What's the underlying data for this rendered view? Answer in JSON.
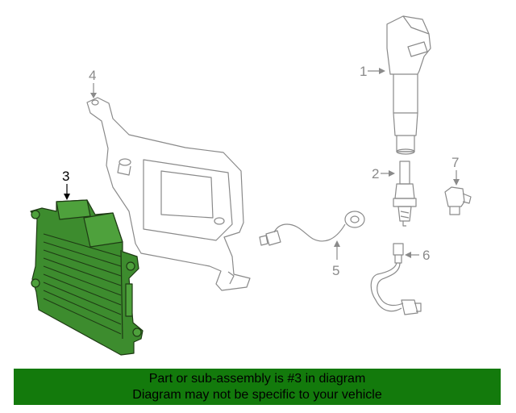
{
  "callouts": {
    "c1": "1",
    "c2": "2",
    "c3": "3",
    "c4": "4",
    "c5": "5",
    "c6": "6",
    "c7": "7"
  },
  "highlighted_part": "3",
  "colors": {
    "banner": "#137a0c",
    "highlight_fill": "#3d8c2e",
    "line": "#8a8a8a",
    "callout_active": "#000000"
  },
  "banner": {
    "line1": "Part or sub-assembly is #3 in diagram",
    "line2": "Diagram may not be specific to your vehicle"
  }
}
